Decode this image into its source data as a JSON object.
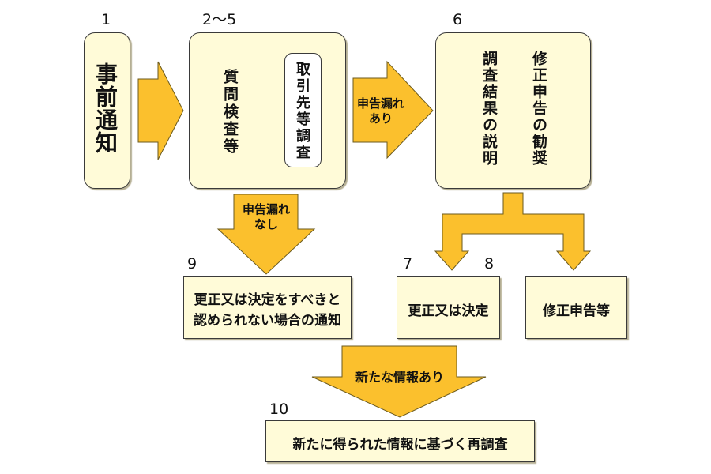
{
  "colors": {
    "arrow_fill": "#fbc02d",
    "arrow_stroke": "#6b5a1e",
    "box_fill": "#fffbd8",
    "box_stroke": "#3a3a3a",
    "inner_box_fill": "#ffffff"
  },
  "steps": {
    "s1": {
      "number": "1",
      "text": "事前通知"
    },
    "s2_5": {
      "number": "2〜5",
      "text": "質問検査等",
      "sub_text": "取引先等調査"
    },
    "s6": {
      "number": "6",
      "text_col1": "修正申告の勧奨",
      "text_col2": "調査結果の説明"
    },
    "s7": {
      "number": "7",
      "text": "更正又は決定"
    },
    "s8": {
      "number": "8",
      "text": "修正申告等"
    },
    "s9": {
      "number": "9",
      "line1": "更正又は決定をすべきと",
      "line2": "認められない場合の通知"
    },
    "s10": {
      "number": "10",
      "text": "新たに得られた情報に基づく再調査"
    }
  },
  "arrows": {
    "a1_label": "",
    "a2_line1": "申告漏れ",
    "a2_line2": "あり",
    "a3_line1": "申告漏れ",
    "a3_line2": "なし",
    "a4_label": "",
    "a5_label": "新たな情報あり"
  }
}
